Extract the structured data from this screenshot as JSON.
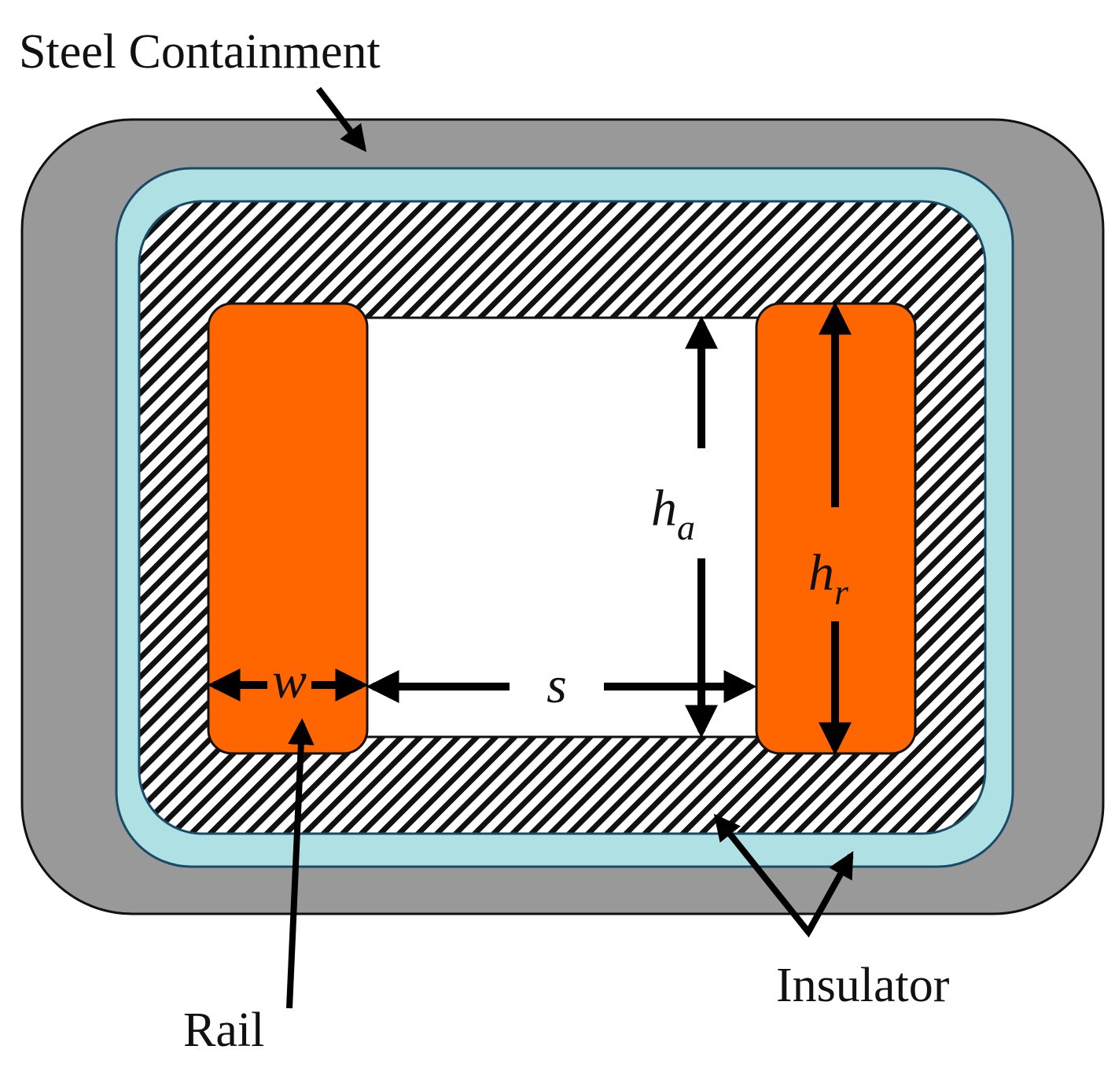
{
  "labels": {
    "steel_containment": "Steel Containment",
    "insulator": "Insulator",
    "rail": "Rail",
    "dim_w": "w",
    "dim_s": "s",
    "dim_ha_main": "h",
    "dim_ha_sub": "a",
    "dim_hr_main": "h",
    "dim_hr_sub": "r"
  },
  "colors": {
    "steel": "#999999",
    "insulator": "#aee0e4",
    "insulator_stroke": "#1b4a66",
    "rail": "#ff6600",
    "hatch": "#111111",
    "bore": "#ffffff"
  }
}
